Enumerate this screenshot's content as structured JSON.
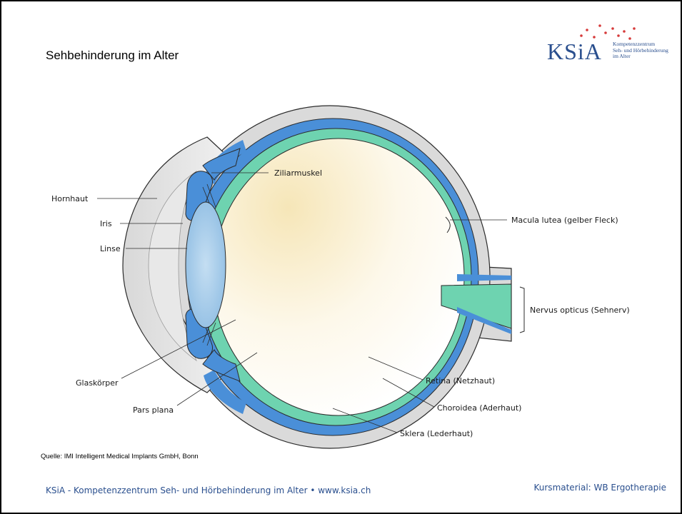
{
  "slide": {
    "title": "Sehbehinderung im Alter",
    "source": "Quelle: IMI Intelligent Medical Implants GmbH, Bonn"
  },
  "logo": {
    "word": "KSiA",
    "line1": "Kompetenzzentrum",
    "line2": "Seh- und Hörbehinderung",
    "line3": "im Alter",
    "color": "#2a4f8e",
    "dot_color": "#d63a3a"
  },
  "labels": {
    "hornhaut": "Hornhaut",
    "iris": "Iris",
    "linse": "Linse",
    "glaskoerper": "Glaskörper",
    "pars_plana": "Pars plana",
    "ziliarmuskel": "Ziliarmuskel",
    "macula": "Macula lutea (gelber Fleck)",
    "nervus": "Nervus opticus (Sehnerv)",
    "retina": "Retina (Netzhaut)",
    "choroidea": "Choroidea (Aderhaut)",
    "sklera": "Sklera (Lederhaut)"
  },
  "footer": {
    "left": "KSiA - Kompetenzzentrum Seh- und Hörbehinderung im Alter • www.ksia.ch",
    "right": "Kursmaterial: WB Ergotherapie"
  },
  "colors": {
    "sclera": "#dadada",
    "choroid": "#4a8fd8",
    "retina": "#6ed3b0",
    "lens": "#a9cce9",
    "vitreous": "#fbf3da",
    "outline": "#2b2b2b"
  }
}
